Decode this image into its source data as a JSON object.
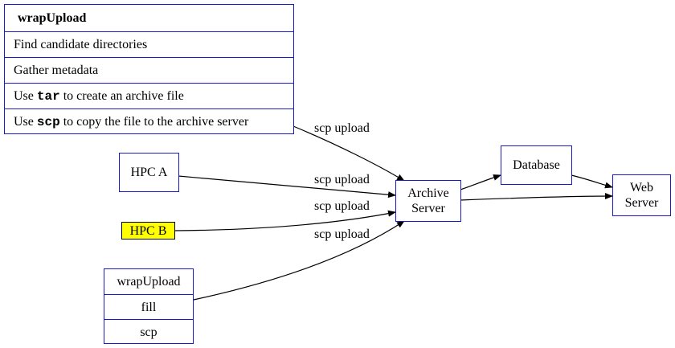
{
  "wrapupload_table": {
    "title": "wrapUpload",
    "steps": [
      {
        "pre": "Find candidate directories",
        "code": "",
        "post": ""
      },
      {
        "pre": "Gather metadata",
        "code": "",
        "post": ""
      },
      {
        "pre": "Use ",
        "code": "tar",
        "post": " to create an archive file"
      },
      {
        "pre": "Use ",
        "code": "scp",
        "post": " to copy the file to the archive server"
      }
    ]
  },
  "nodes": {
    "hpc_a": "HPC A",
    "hpc_b": "HPC B",
    "archive_server_line1": "Archive",
    "archive_server_line2": "Server",
    "database": "Database",
    "web_server_line1": "Web",
    "web_server_line2": "Server"
  },
  "wrapupload_small": {
    "rows": [
      "wrapUpload",
      "fill",
      "scp"
    ]
  },
  "edges": [
    {
      "from": "wrapUpload",
      "to": "Archive Server",
      "label": "scp upload"
    },
    {
      "from": "HPC A",
      "to": "Archive Server",
      "label": "scp upload"
    },
    {
      "from": "HPC B",
      "to": "Archive Server",
      "label": "scp upload"
    },
    {
      "from": "wrapUpload (fill/scp)",
      "to": "Archive Server",
      "label": "scp upload"
    },
    {
      "from": "Archive Server",
      "to": "Database",
      "label": ""
    },
    {
      "from": "Archive Server",
      "to": "Web Server",
      "label": ""
    },
    {
      "from": "Database",
      "to": "Web Server",
      "label": ""
    }
  ],
  "colors": {
    "border": "#1a1acc",
    "highlight": "#ffff00",
    "edge": "#000000"
  }
}
